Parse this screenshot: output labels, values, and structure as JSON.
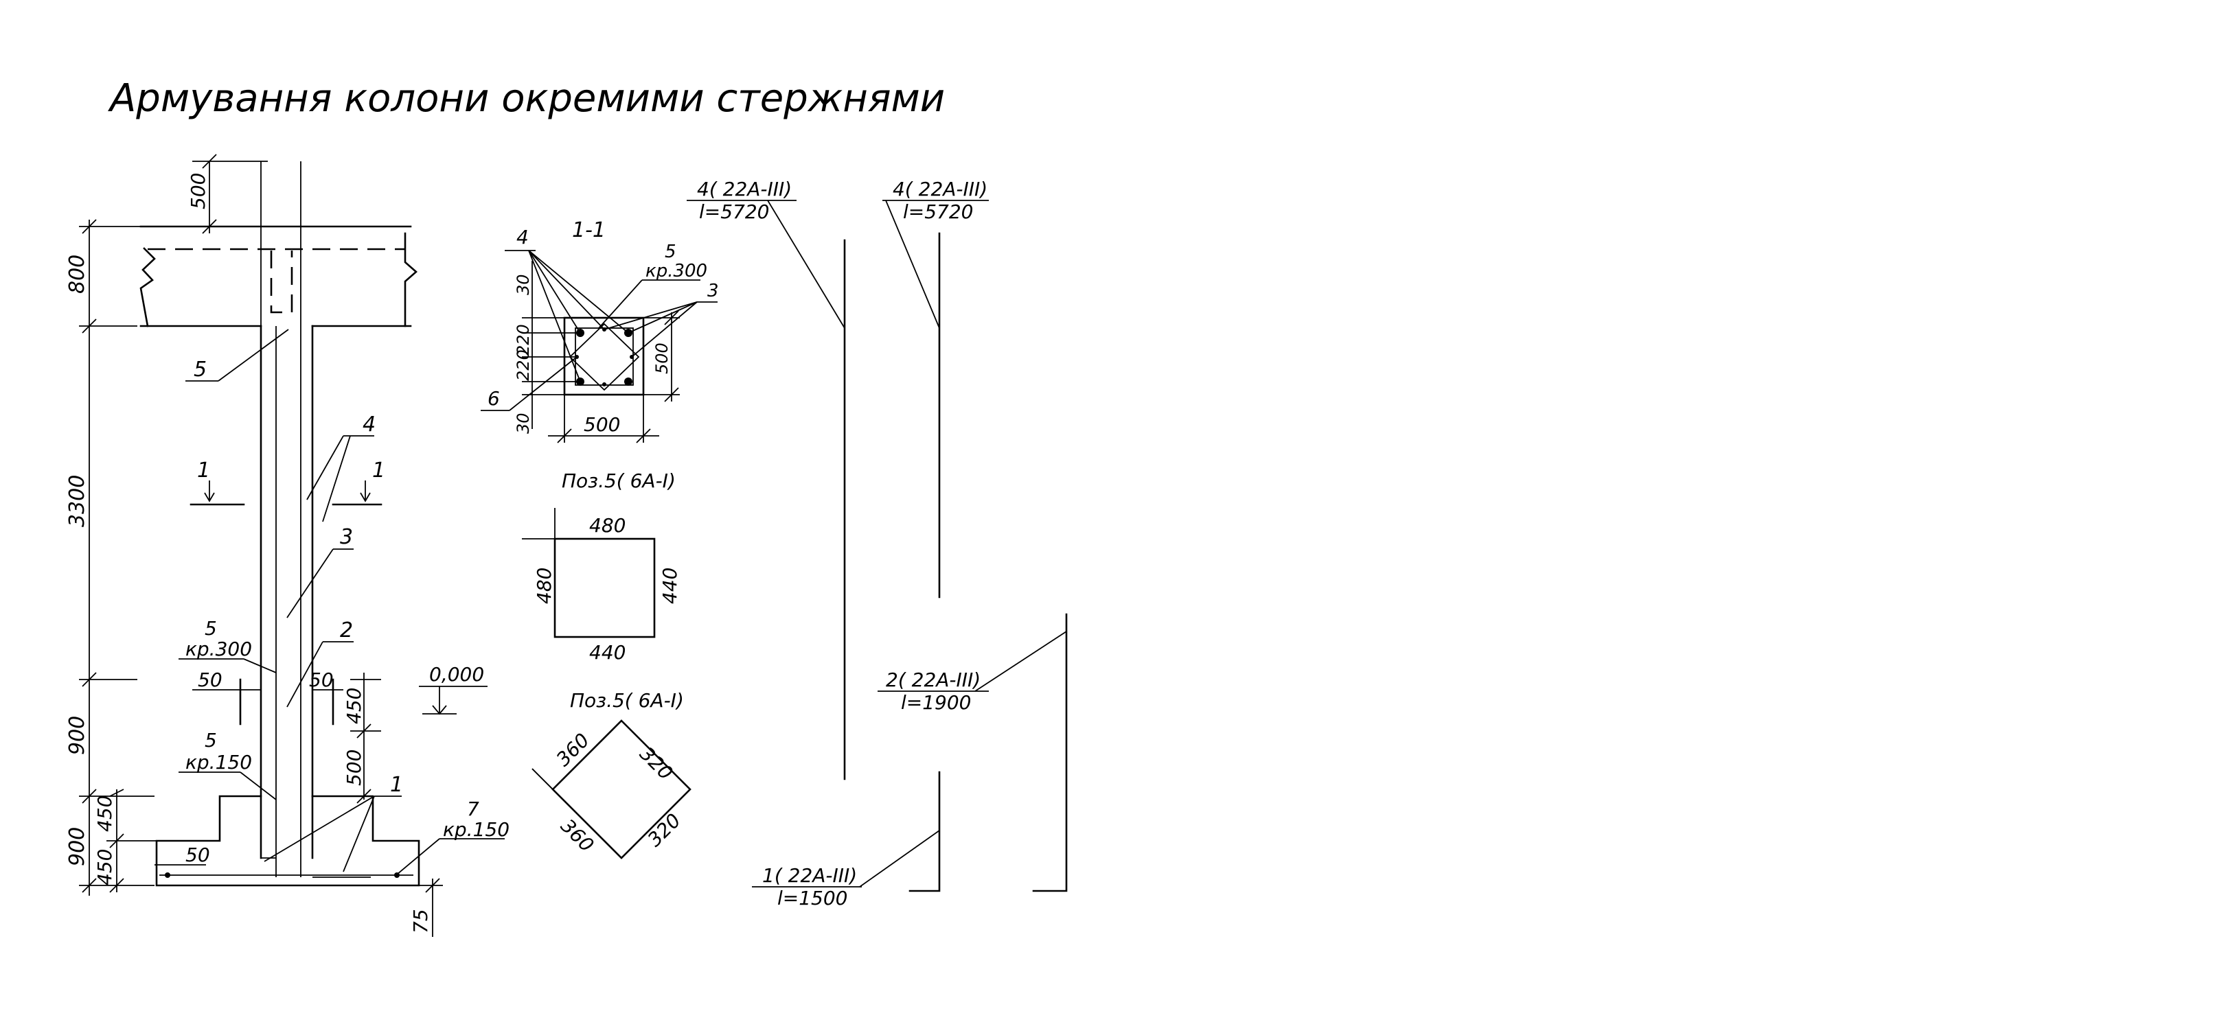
{
  "title": "Армування колони окремими стержнями",
  "column_elevation": {
    "dims": {
      "top_500": "500",
      "slab_800": "800",
      "column_3300": "3300",
      "lower_900": "900",
      "footing_900": "900",
      "footing_450_top": "450",
      "footing_450_bottom": "450",
      "right_450": "450",
      "right_500": "500",
      "gap_50_left": "50",
      "gap_50_right": "50",
      "bottom_50": "50",
      "cover_75": "75"
    },
    "callouts": {
      "pos5_top": "5",
      "pos4": "4",
      "pos3": "3",
      "pos5_mid": "5",
      "pos5_mid_spacing": "кр.300",
      "pos2": "2",
      "pos5_low": "5",
      "pos5_low_spacing": "кр.150",
      "pos1": "1",
      "pos7": "7",
      "pos7_spacing": "кр.150"
    },
    "section_marks": {
      "left": "1",
      "right": "1"
    },
    "level": "0,000"
  },
  "section_1_1": {
    "label": "1-1",
    "callout_4": "4",
    "callout_5": "5",
    "callout_5_spacing": "кр.300",
    "callout_3": "3",
    "callout_6": "6",
    "dims": {
      "top_30": "30",
      "d220a": "220",
      "d220b": "220",
      "bottom_30": "30",
      "width_500": "500",
      "height_500": "500"
    }
  },
  "stirrup_square": {
    "label": "Поз.5( 6А-І)",
    "top": "480",
    "left": "480",
    "right": "440",
    "bottom": "440"
  },
  "stirrup_diamond": {
    "label": "Поз.5( 6А-І)",
    "a": "360",
    "b": "320",
    "c": "360",
    "d": "320"
  },
  "bars": {
    "bar4_a": {
      "spec": "4( 22А-ІІІ)",
      "length": "l=5720"
    },
    "bar4_b": {
      "spec": "4( 22А-ІІІ)",
      "length": "l=5720"
    },
    "bar2": {
      "spec": "2( 22А-ІІІ)",
      "length": "l=1900"
    },
    "bar1": {
      "spec": "1( 22А-ІІІ)",
      "length": "l=1500"
    }
  }
}
